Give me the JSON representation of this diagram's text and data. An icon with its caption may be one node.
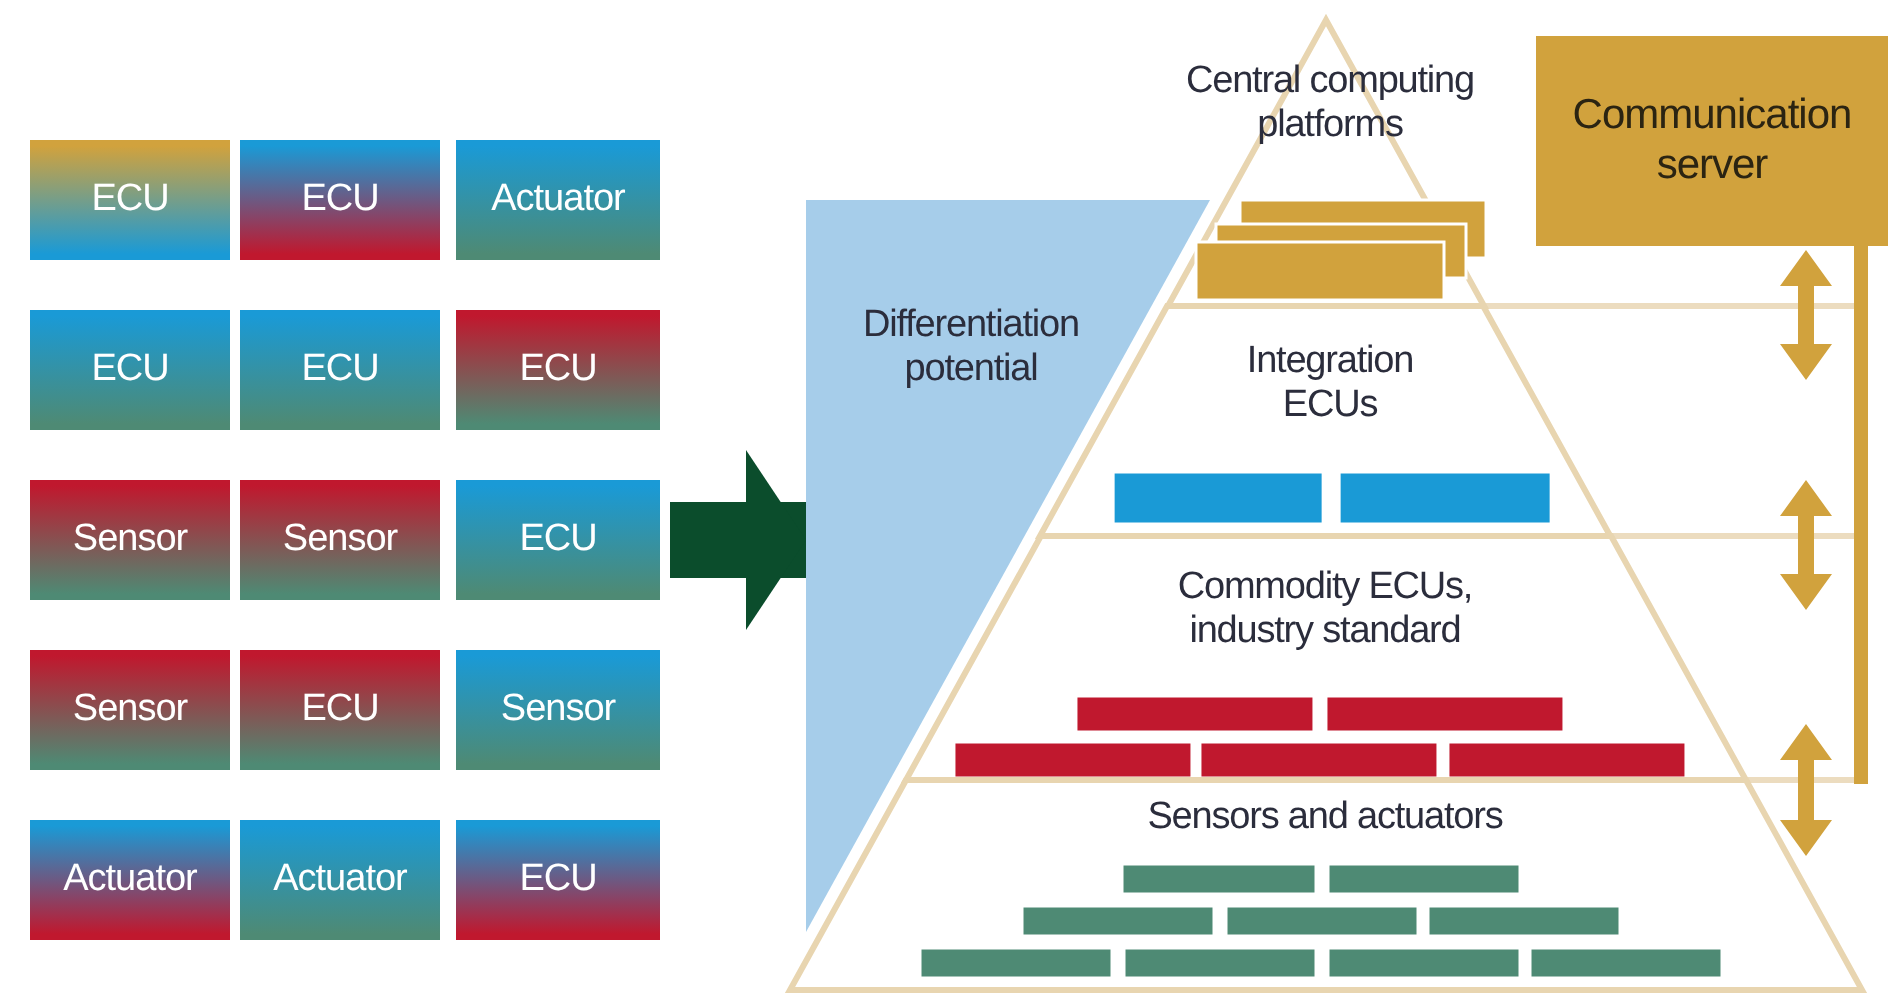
{
  "diagram": {
    "nodes": [
      {
        "text": [
          "ECU"
        ]
      },
      {
        "text": [
          "ECU"
        ]
      },
      {
        "text": [
          "Actuator"
        ]
      },
      {
        "text": [
          "ECU"
        ]
      },
      {
        "text": [
          "ECU"
        ]
      },
      {
        "text": [
          "ECU"
        ]
      },
      {
        "text": [
          "Sensor"
        ]
      },
      {
        "text": [
          "Sensor"
        ]
      },
      {
        "text": [
          "ECU"
        ]
      },
      {
        "text": [
          "Sensor"
        ]
      },
      {
        "text": [
          "ECU"
        ]
      },
      {
        "text": [
          "Sensor"
        ]
      },
      {
        "text": [
          "Actuator"
        ]
      },
      {
        "text": [
          "Actuator"
        ]
      },
      {
        "text": [
          "ECU"
        ]
      },
      {
        "text": [
          "Differentiation potential"
        ]
      },
      {
        "text": [
          "Central computing platforms"
        ]
      },
      {
        "text": [
          "Integration ECUs"
        ]
      },
      {
        "text": [
          "Commodity ECUs, industry standard"
        ]
      },
      {
        "text": [
          "Sensors and actuators"
        ]
      },
      {
        "text": [
          "Communication server"
        ]
      }
    ],
    "edges": [
      {
        "from": 8,
        "to": 15,
        "arrow": "to",
        "color": "#0b4d2c"
      }
    ]
  }
}
